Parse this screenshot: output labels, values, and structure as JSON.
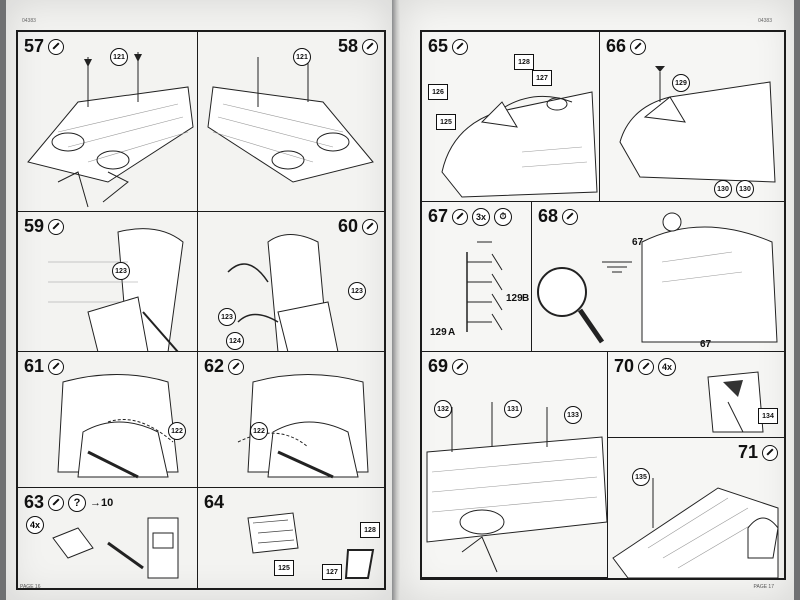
{
  "left_page": {
    "code": "04383",
    "page_label": "PAGE 16",
    "steps": [
      {
        "number": "57",
        "parts": [
          "121"
        ]
      },
      {
        "number": "58",
        "parts": [
          "121"
        ]
      },
      {
        "number": "59",
        "parts": [
          "123"
        ]
      },
      {
        "number": "60",
        "parts": [
          "123",
          "123",
          "124"
        ]
      },
      {
        "number": "61",
        "parts": [
          "122"
        ]
      },
      {
        "number": "62",
        "parts": [
          "122"
        ]
      },
      {
        "number": "63",
        "badges": [
          "4x",
          "?"
        ],
        "ref": "→10"
      },
      {
        "number": "64",
        "parts": [
          "128",
          "125",
          "127"
        ]
      }
    ]
  },
  "right_page": {
    "code": "04383",
    "page_label": "PAGE 17",
    "steps": [
      {
        "number": "65",
        "parts": [
          "128",
          "127",
          "126",
          "125"
        ]
      },
      {
        "number": "66",
        "parts": [
          "129",
          "130",
          "130"
        ]
      },
      {
        "number": "67",
        "badges": [
          "3x"
        ],
        "parts": [
          "129",
          "B",
          "129",
          "A"
        ]
      },
      {
        "number": "68",
        "parts": [
          "67",
          "67"
        ]
      },
      {
        "number": "69",
        "parts": [
          "132",
          "131",
          "133"
        ]
      },
      {
        "number": "70",
        "badges": [
          "4x"
        ],
        "parts": [
          "134"
        ]
      },
      {
        "number": "71",
        "parts": [
          "135"
        ]
      }
    ]
  }
}
